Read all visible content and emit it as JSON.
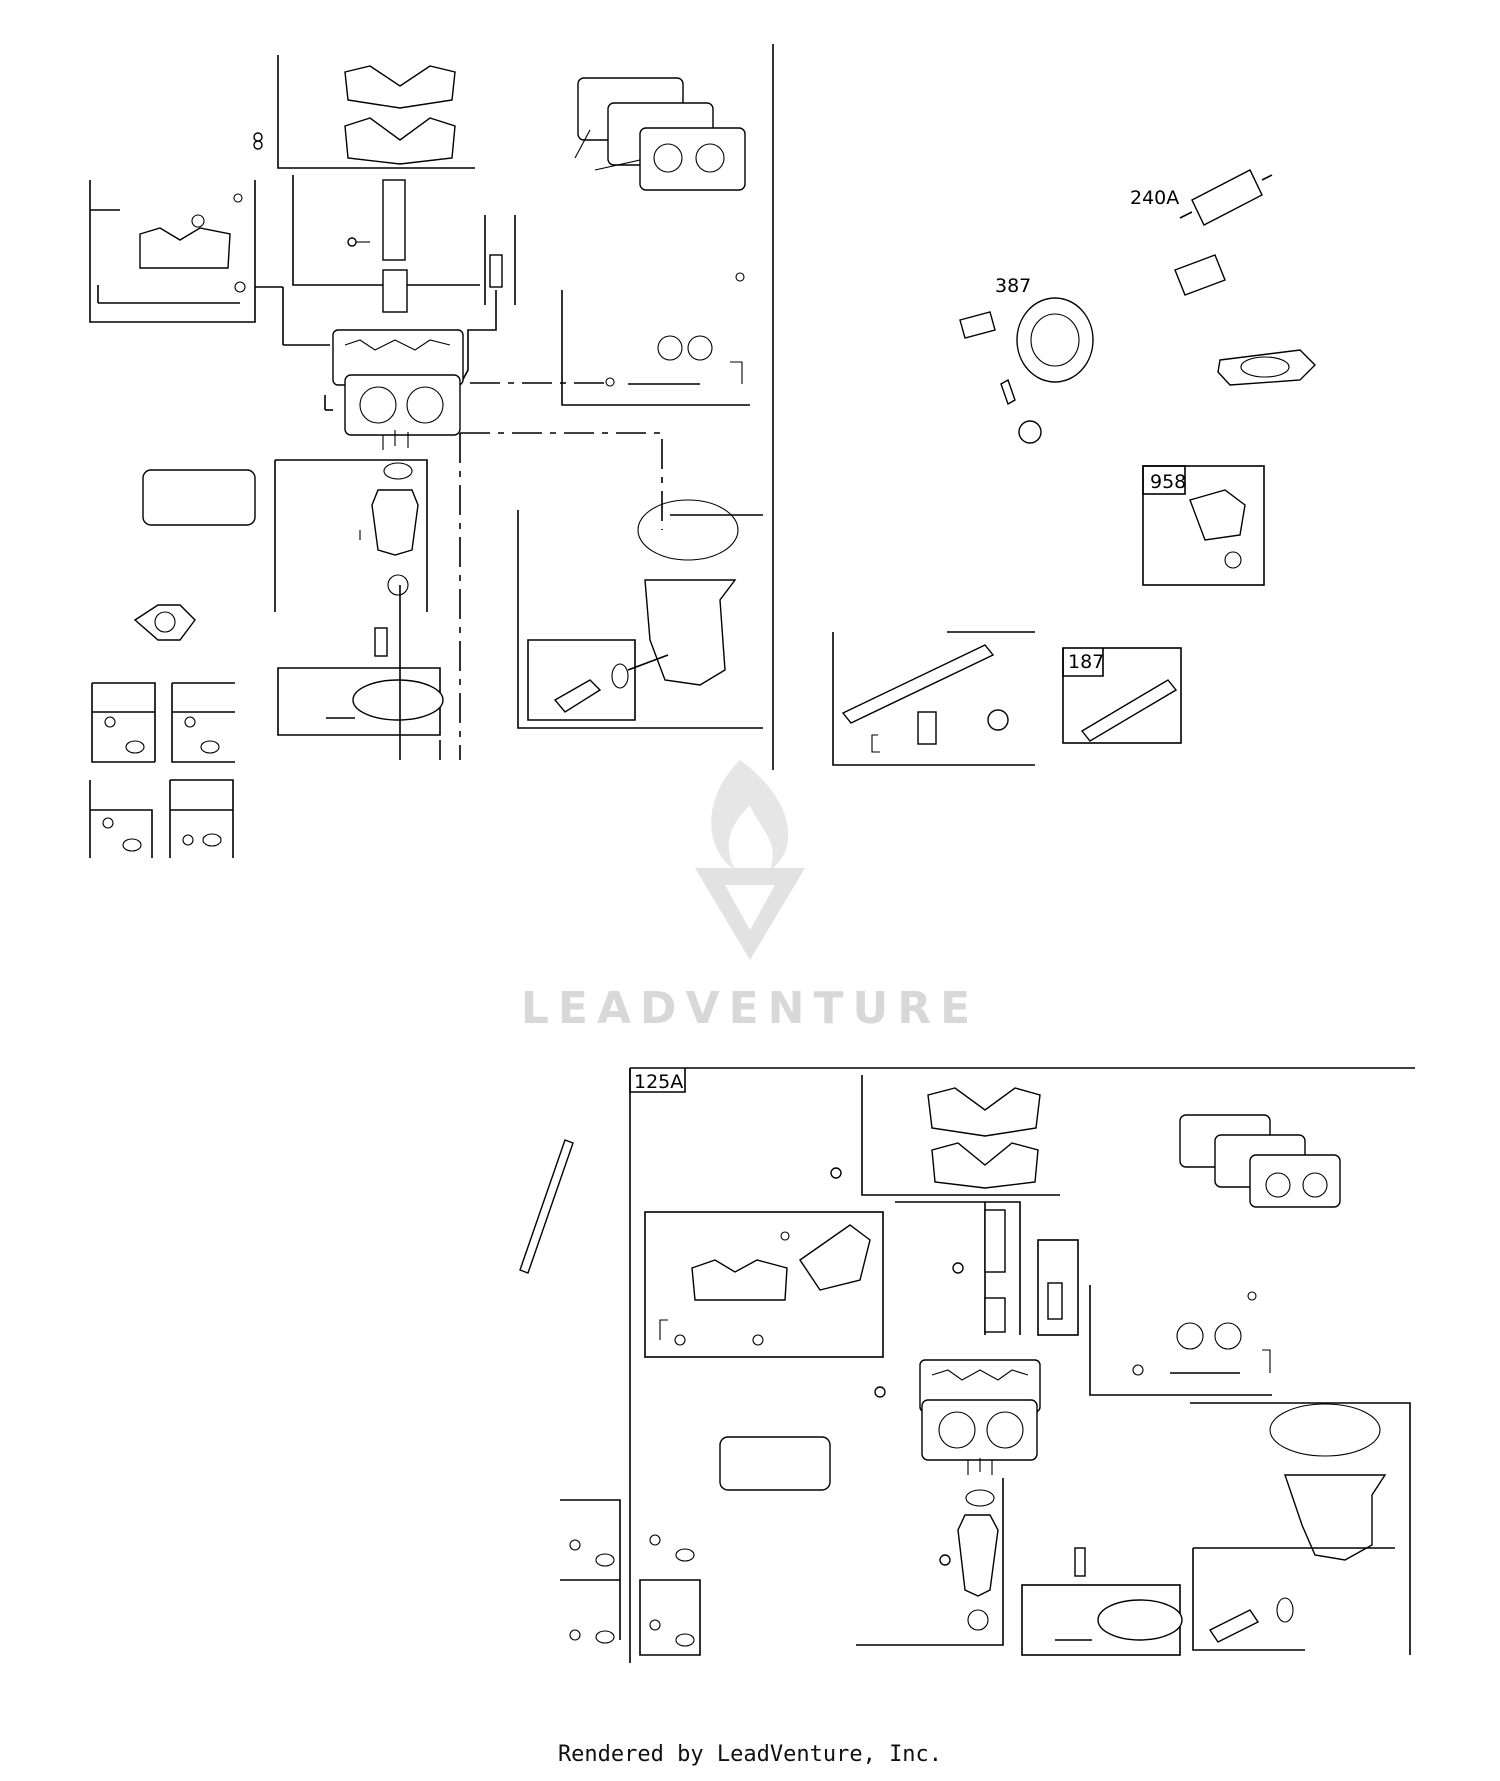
{
  "callouts": {
    "c240a": "240A",
    "c387": "387",
    "c958": "958",
    "c187": "187",
    "c125a": "125A"
  },
  "watermark": {
    "text": "LEADVENTURE"
  },
  "footer": {
    "text": "Rendered by LeadVenture, Inc."
  },
  "colors": {
    "line": "#000000",
    "background": "#ffffff",
    "watermark": "#d8d8d8"
  }
}
